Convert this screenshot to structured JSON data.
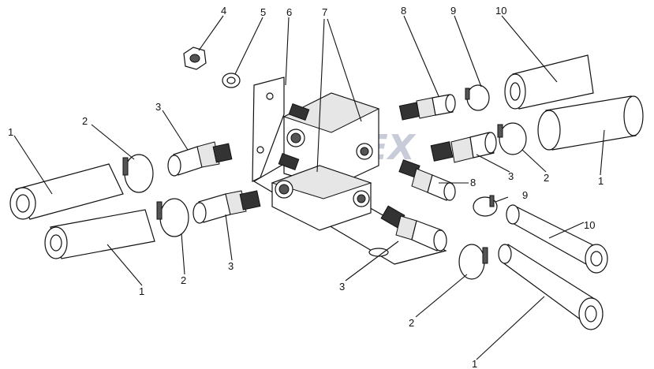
{
  "diagram": {
    "callouts": {
      "c1a": "1",
      "c1b": "1",
      "c1c": "1",
      "c1d": "1",
      "c2a": "2",
      "c2b": "2",
      "c2c": "2",
      "c2d": "2",
      "c3a": "3",
      "c3b": "3",
      "c3c": "3",
      "c3d": "3",
      "c4": "4",
      "c5": "5",
      "c6": "6",
      "c7": "7",
      "c8a": "8",
      "c8b": "8",
      "c9a": "9",
      "c9b": "9",
      "c10a": "10",
      "c10b": "10"
    },
    "watermark": "OPEX",
    "colors": {
      "line": "#111111",
      "watermark": "#c8cbd8",
      "background": "#ffffff"
    }
  }
}
